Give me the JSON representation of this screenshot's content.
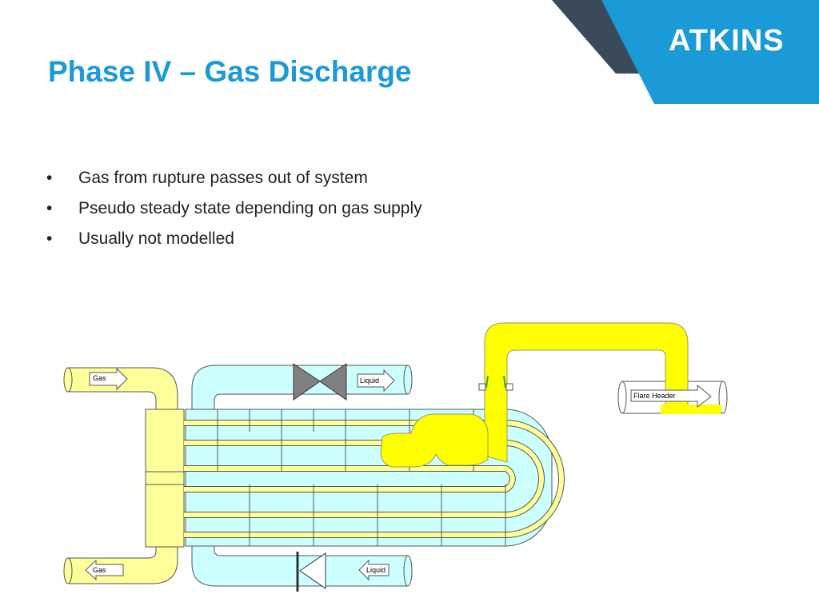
{
  "brand": {
    "logo": "ATKINS",
    "navy": "#3a4a5a",
    "blue": "#1a9ad6"
  },
  "slide": {
    "title": "Phase IV – Gas Discharge",
    "bullets": [
      "Gas from rupture passes out of system",
      "Pseudo steady state depending on gas supply",
      "Usually not modelled"
    ]
  },
  "diagram": {
    "labels": {
      "gas_in": "Gas",
      "gas_out": "Gas",
      "liquid_in": "Liquid",
      "liquid_out": "Liquid",
      "flare": "Flare Header"
    },
    "colors": {
      "gas": "#ffff99",
      "gas_discharge": "#ffff00",
      "liquid": "#ccffff",
      "valve": "#808080"
    }
  }
}
